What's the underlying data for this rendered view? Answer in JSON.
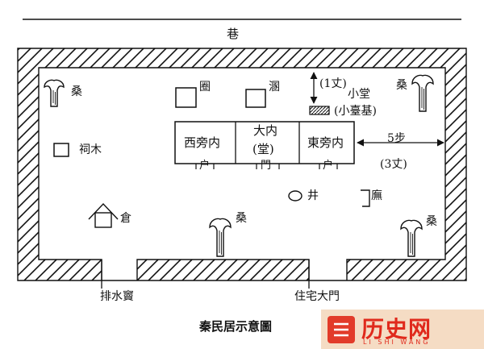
{
  "diagram": {
    "top_street": "巷",
    "caption": "秦民居示意圖",
    "mulberry_label": "桑",
    "buildings": {
      "pen_1": "圈",
      "pen_2": "溷",
      "shrine": "祠木",
      "granary": "倉",
      "well": "井",
      "stable": "廡"
    },
    "hall": {
      "west_room": "西旁内",
      "center_room_line1": "大内",
      "center_room_line2": "(堂)",
      "east_room": "東旁内",
      "door_left": "户",
      "door_center": "門",
      "door_right": "户"
    },
    "small_hall": {
      "name": "小堂",
      "base": "(小臺基)"
    },
    "dimensions": {
      "vertical": "(1丈)",
      "horizontal_steps": "5步",
      "horizontal_zhang": "(3丈)"
    },
    "gates": {
      "drain": "排水竇",
      "main_gate": "住宅大門"
    }
  },
  "watermark": {
    "title": "历史网",
    "subtitle": "LI SHI WANG"
  }
}
